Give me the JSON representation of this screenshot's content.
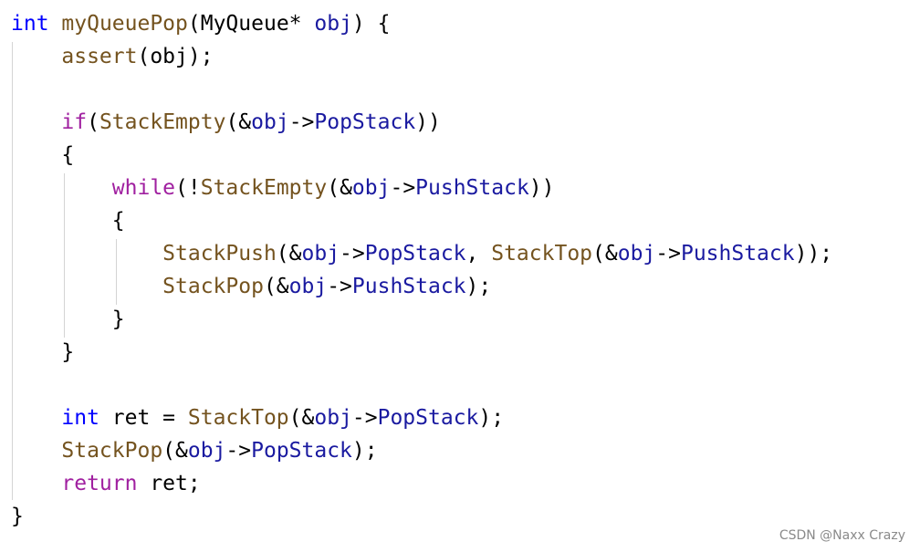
{
  "colors": {
    "keyword": "#0000ff",
    "control": "#a020a0",
    "function": "#74531f",
    "member": "#1a1aa0",
    "text": "#000000",
    "guide": "#d4d4d4",
    "watermark": "#8a8a8a"
  },
  "lines": [
    [
      [
        "int",
        "k"
      ],
      [
        " ",
        "t"
      ],
      [
        "myQueuePop",
        "f"
      ],
      [
        "(MyQueue* ",
        "t"
      ],
      [
        "obj",
        "m"
      ],
      [
        ") {",
        "t"
      ]
    ],
    [
      [
        "    ",
        "t"
      ],
      [
        "assert",
        "f"
      ],
      [
        "(obj);",
        "t"
      ]
    ],
    [],
    [
      [
        "    ",
        "t"
      ],
      [
        "if",
        "c"
      ],
      [
        "(",
        "t"
      ],
      [
        "StackEmpty",
        "f"
      ],
      [
        "(&",
        "t"
      ],
      [
        "obj",
        "m"
      ],
      [
        "->",
        "t"
      ],
      [
        "PopStack",
        "m"
      ],
      [
        "))",
        "t"
      ]
    ],
    [
      [
        "    {",
        "t"
      ]
    ],
    [
      [
        "        ",
        "t"
      ],
      [
        "while",
        "c"
      ],
      [
        "(!",
        "t"
      ],
      [
        "StackEmpty",
        "f"
      ],
      [
        "(&",
        "t"
      ],
      [
        "obj",
        "m"
      ],
      [
        "->",
        "t"
      ],
      [
        "PushStack",
        "m"
      ],
      [
        "))",
        "t"
      ]
    ],
    [
      [
        "        {",
        "t"
      ]
    ],
    [
      [
        "            ",
        "t"
      ],
      [
        "StackPush",
        "f"
      ],
      [
        "(&",
        "t"
      ],
      [
        "obj",
        "m"
      ],
      [
        "->",
        "t"
      ],
      [
        "PopStack",
        "m"
      ],
      [
        ", ",
        "t"
      ],
      [
        "StackTop",
        "f"
      ],
      [
        "(&",
        "t"
      ],
      [
        "obj",
        "m"
      ],
      [
        "->",
        "t"
      ],
      [
        "PushStack",
        "m"
      ],
      [
        "));",
        "t"
      ]
    ],
    [
      [
        "            ",
        "t"
      ],
      [
        "StackPop",
        "f"
      ],
      [
        "(&",
        "t"
      ],
      [
        "obj",
        "m"
      ],
      [
        "->",
        "t"
      ],
      [
        "PushStack",
        "m"
      ],
      [
        ");",
        "t"
      ]
    ],
    [
      [
        "        }",
        "t"
      ]
    ],
    [
      [
        "    }",
        "t"
      ]
    ],
    [],
    [
      [
        "    ",
        "t"
      ],
      [
        "int",
        "k"
      ],
      [
        " ret = ",
        "t"
      ],
      [
        "StackTop",
        "f"
      ],
      [
        "(&",
        "t"
      ],
      [
        "obj",
        "m"
      ],
      [
        "->",
        "t"
      ],
      [
        "PopStack",
        "m"
      ],
      [
        ");",
        "t"
      ]
    ],
    [
      [
        "    ",
        "t"
      ],
      [
        "StackPop",
        "f"
      ],
      [
        "(&",
        "t"
      ],
      [
        "obj",
        "m"
      ],
      [
        "->",
        "t"
      ],
      [
        "PopStack",
        "m"
      ],
      [
        ");",
        "t"
      ]
    ],
    [
      [
        "    ",
        "t"
      ],
      [
        "return",
        "c"
      ],
      [
        " ret;",
        "t"
      ]
    ],
    [
      [
        "}",
        "t"
      ]
    ]
  ],
  "watermark": "CSDN @Naxx Crazy"
}
